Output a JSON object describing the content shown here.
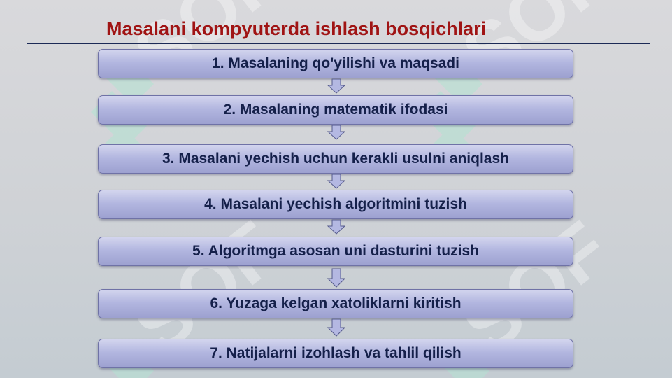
{
  "title": "Masalani kompyuterda ishlash bosqichlari",
  "steps": [
    {
      "label": "1. Masalaning qo'yilishi va maqsadi"
    },
    {
      "label": "2. Masalaning matematik ifodasi"
    },
    {
      "label": "3. Masalani yechish uchun kerakli usulni aniqlash"
    },
    {
      "label": "4. Masalani yechish algoritmini tuzish"
    },
    {
      "label": "5. Algoritmga asosan uni dasturini tuzish"
    },
    {
      "label": "6. Yuzaga kelgan xatoliklarni kiritish"
    },
    {
      "label": "7. Natijalarni izohlash va tahlil qilish"
    }
  ],
  "watermark": {
    "text": "SOF",
    "color": "#ffffff"
  },
  "colors": {
    "title": "#a01414",
    "rule": "#1c2a56",
    "box_text": "#15204a",
    "box_fill": "#b3b7e0",
    "arrow_fill": "#b4b8e2",
    "logo_green": "#aee3cf"
  }
}
